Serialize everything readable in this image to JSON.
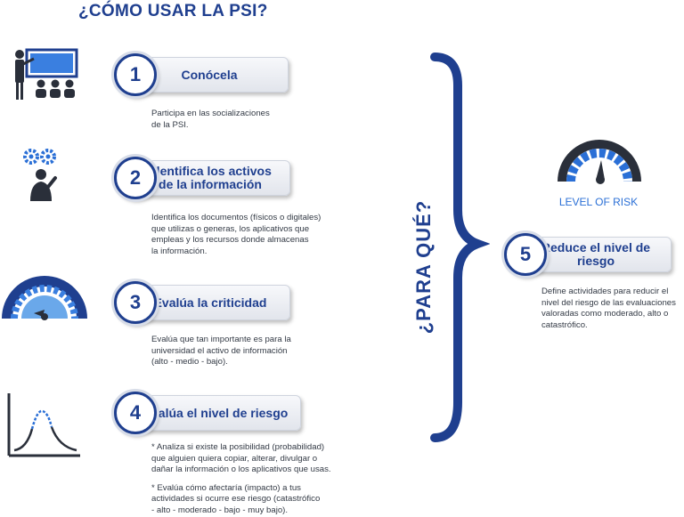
{
  "title": "¿CÓMO USAR LA PSI?",
  "side_label": "¿PARA QUÉ?",
  "risk_gauge_label": "LEVEL OF RISK",
  "colors": {
    "primary": "#1f3f8f",
    "accent": "#2a6fd6",
    "text": "#333a45"
  },
  "steps": [
    {
      "number": "1",
      "title": "Conócela",
      "description": [
        "Participa en las socializaciones",
        "de la PSI."
      ],
      "icon": "presentation-icon"
    },
    {
      "number": "2",
      "title_lines": [
        "Identifica los activos",
        "de la información"
      ],
      "description": [
        "Identifica los documentos (físicos o digitales)",
        "que utilizas o generas, los aplicativos que",
        "empleas y los recursos donde almacenas",
        "la información."
      ],
      "icon": "thinking-person-gears-icon"
    },
    {
      "number": "3",
      "title": "Evalúa la criticidad",
      "description": [
        "Evalúa que tan importante es para la",
        "universidad el activo de información",
        "(alto - medio - bajo)."
      ],
      "icon": "gauge-icon"
    },
    {
      "number": "4",
      "title": "Evalúa el nivel de riesgo",
      "description": [
        "* Analiza si existe la posibilidad (probabilidad)",
        "que alguien quiera copiar, alterar, divulgar o",
        "dañar la información o los aplicativos que usas.",
        "",
        "* Evalúa cómo afectaría (impacto) a tus",
        "actividades si ocurre ese riesgo (catastrófico",
        "- alto - moderado - bajo - muy bajo)."
      ],
      "icon": "bell-curve-icon"
    },
    {
      "number": "5",
      "title_lines": [
        "Reduce el nivel de",
        "riesgo"
      ],
      "description": [
        "Define actividades para reducir el",
        "nivel del riesgo de las evaluaciones",
        "valoradas como moderado, alto o",
        "catastrófico."
      ],
      "icon": "risk-gauge-icon"
    }
  ]
}
